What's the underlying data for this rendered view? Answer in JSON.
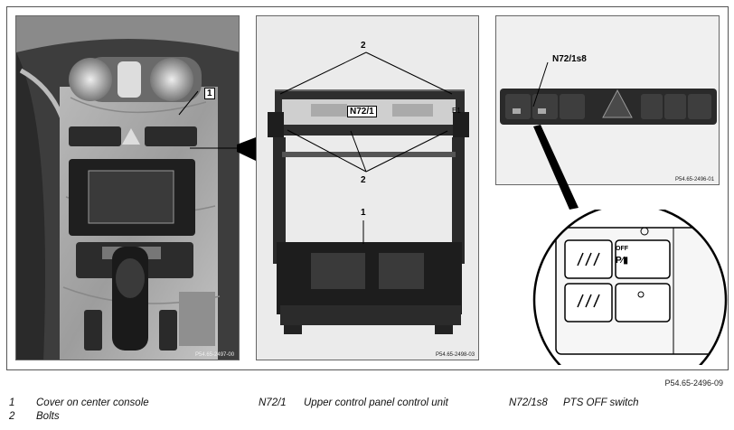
{
  "figure": {
    "figure_id": "P54.65-2496-09",
    "panel_left": {
      "callout": "1",
      "photo_code": "P54.65-2497-00"
    },
    "panel_middle": {
      "callout_bolts_top": "2",
      "callout_unit": "N72/1",
      "callout_e1": "E1",
      "callout_bolts_bottom": "2",
      "callout_cover": "1",
      "photo_code": "P54.65-2498-03"
    },
    "panel_right": {
      "callout_switch": "N72/1s8",
      "photo_code": "P54.65-2496-01",
      "switch_text": "OFF",
      "switch_symbol": "P⁄▮"
    }
  },
  "legend": {
    "row1": [
      {
        "key": "1",
        "text": "Cover on center console"
      },
      {
        "key": "N72/1",
        "text": "Upper control panel control unit"
      },
      {
        "key": "N72/1s8",
        "text": "PTS OFF switch"
      }
    ],
    "row2": [
      {
        "key": "2",
        "text": "Bolts"
      }
    ]
  }
}
